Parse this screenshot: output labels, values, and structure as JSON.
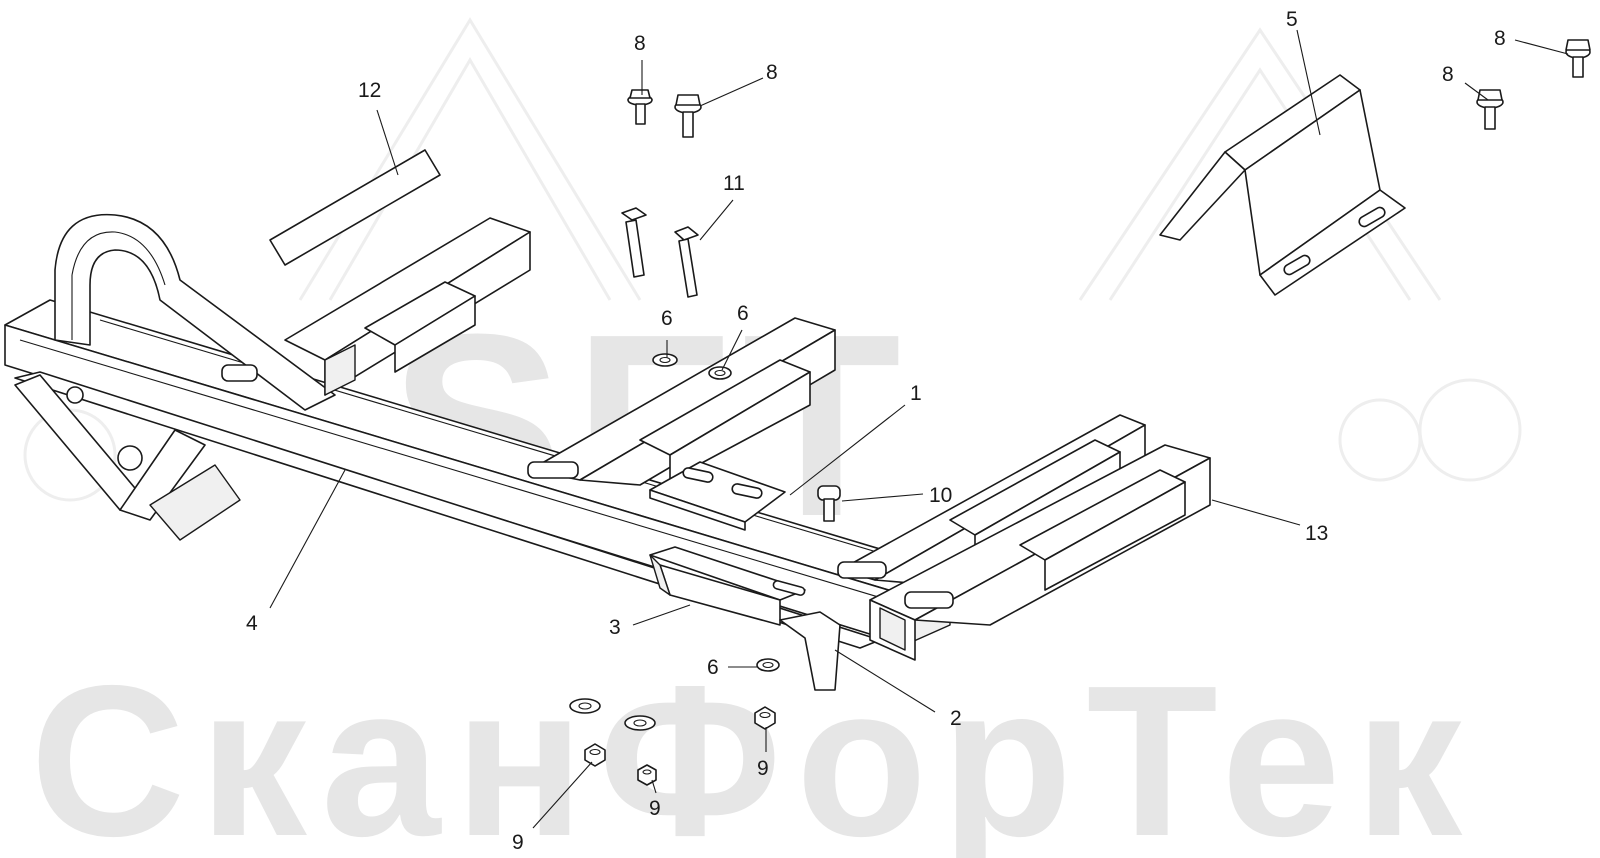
{
  "watermark": {
    "logo_text": "SFT",
    "brand_text": "СканФорТек",
    "color": "#e6e6e6"
  },
  "callouts": [
    {
      "id": "c1",
      "label": "1"
    },
    {
      "id": "c2",
      "label": "2"
    },
    {
      "id": "c3",
      "label": "3"
    },
    {
      "id": "c4",
      "label": "4"
    },
    {
      "id": "c5",
      "label": "5"
    },
    {
      "id": "c6a",
      "label": "6"
    },
    {
      "id": "c6b",
      "label": "6"
    },
    {
      "id": "c6c",
      "label": "6"
    },
    {
      "id": "c8a",
      "label": "8"
    },
    {
      "id": "c8b",
      "label": "8"
    },
    {
      "id": "c8c",
      "label": "8"
    },
    {
      "id": "c8d",
      "label": "8"
    },
    {
      "id": "c9a",
      "label": "9"
    },
    {
      "id": "c9b",
      "label": "9"
    },
    {
      "id": "c9c",
      "label": "9"
    },
    {
      "id": "c10",
      "label": "10"
    },
    {
      "id": "c11",
      "label": "11"
    },
    {
      "id": "c12",
      "label": "12"
    },
    {
      "id": "c13",
      "label": "13"
    }
  ]
}
